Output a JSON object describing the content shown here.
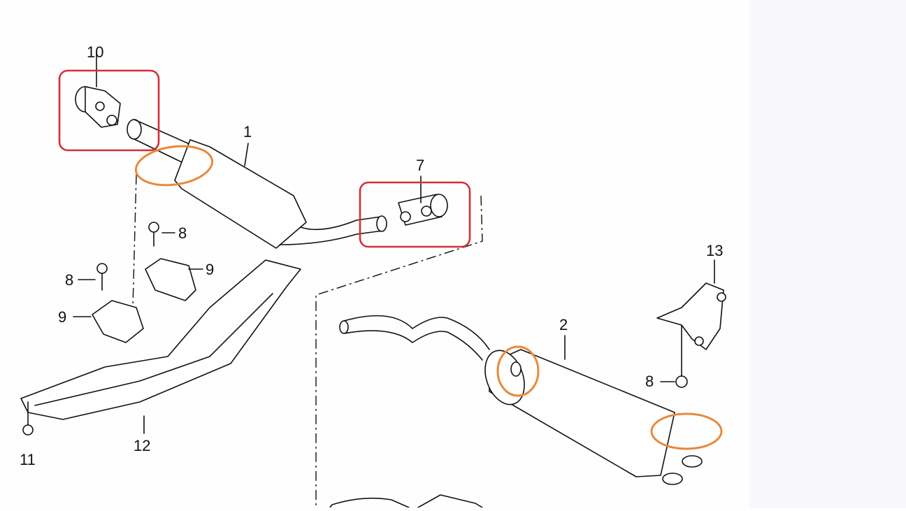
{
  "diagram": {
    "title": "Exhaust system parts diagram",
    "callouts": [
      {
        "id": "label-10",
        "text": "10"
      },
      {
        "id": "label-1",
        "text": "1"
      },
      {
        "id": "label-7",
        "text": "7"
      },
      {
        "id": "label-8a",
        "text": "8"
      },
      {
        "id": "label-8b",
        "text": "8"
      },
      {
        "id": "label-9a",
        "text": "9"
      },
      {
        "id": "label-9b",
        "text": "9"
      },
      {
        "id": "label-2",
        "text": "2"
      },
      {
        "id": "label-13",
        "text": "13"
      },
      {
        "id": "label-8c",
        "text": "8"
      },
      {
        "id": "label-11",
        "text": "11"
      },
      {
        "id": "label-12",
        "text": "12"
      }
    ],
    "highlight_colors": {
      "red_box": "#d0303a",
      "orange_ellipse": "#e8893a"
    }
  }
}
